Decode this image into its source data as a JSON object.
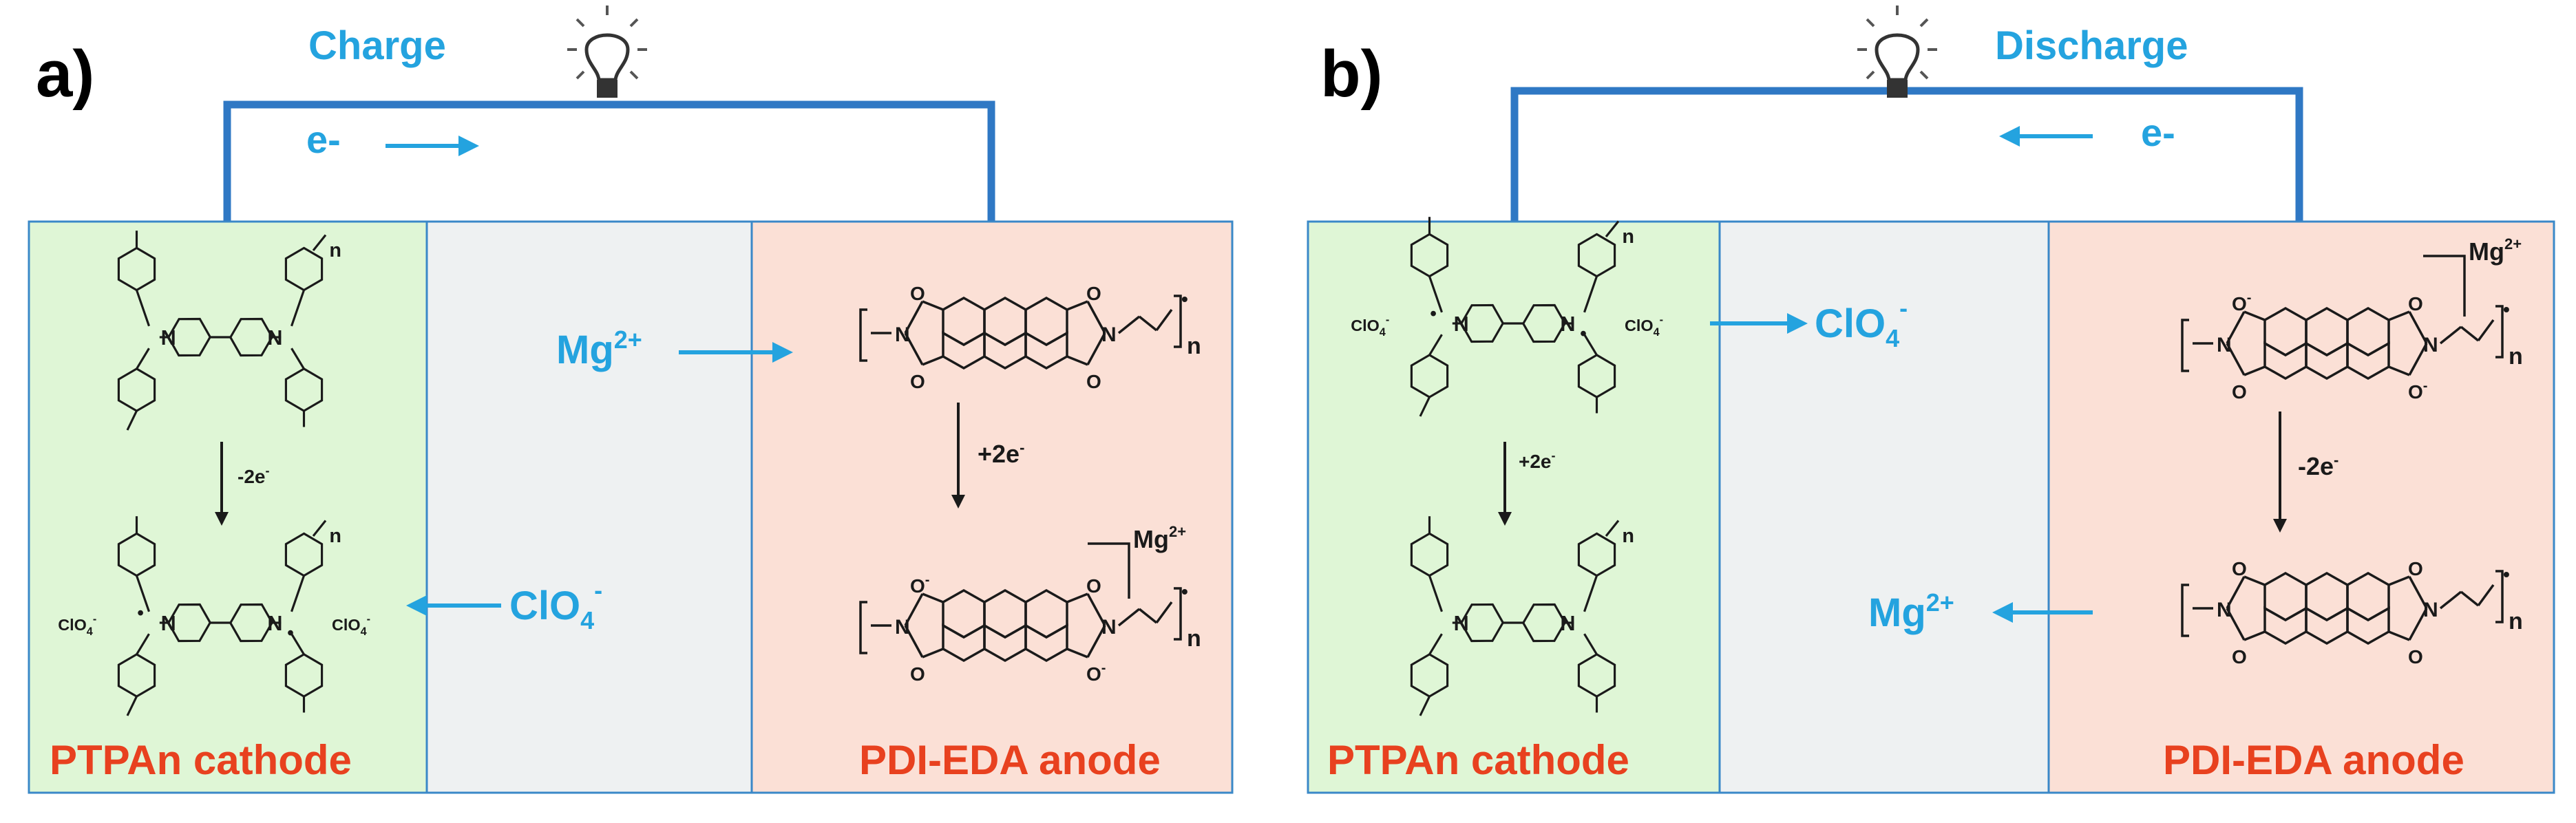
{
  "colors": {
    "circuit": "#2f78c4",
    "arrow_blue": "#24a3df",
    "cathode_bg": "#dff6d6",
    "separator_bg": "#eef1f2",
    "anode_bg": "#fbe0d6",
    "label_red": "#e8411f",
    "frame": "#3a88c8"
  },
  "icons": [
    "light-bulb-icon",
    "electron-flow-arrow"
  ],
  "panel_a": {
    "letter": "a)",
    "title": "Charge",
    "electron": "e-",
    "ion_in_anode": "Mg",
    "ion_in_anode_sup": "2+",
    "ion_to_cathode": "ClO",
    "ion_to_cathode_sub": "4",
    "ion_to_cathode_sup": "-",
    "cathode_step": "-2e",
    "cathode_step_sup": "-",
    "anode_step": "+2e",
    "anode_step_sup": "-",
    "mg_complex": "Mg",
    "mg_complex_sup": "2+",
    "cathode_label": "PTPAn cathode",
    "anode_label": "PDI-EDA anode"
  },
  "panel_b": {
    "letter": "b)",
    "title": "Discharge",
    "electron": "e-",
    "ion_released": "ClO",
    "ion_released_sub": "4",
    "ion_released_sup": "-",
    "ion_to_separator": "Mg",
    "ion_to_separator_sup": "2+",
    "cathode_step": "+2e",
    "cathode_step_sup": "-",
    "anode_step": "-2e",
    "anode_step_sup": "-",
    "mg_complex": "Mg",
    "mg_complex_sup": "2+",
    "cathode_label": "PTPAn cathode",
    "anode_label": "PDI-EDA anode"
  },
  "chem_labels": {
    "n": "n",
    "N": "N",
    "O": "O",
    "Ominus": "O",
    "minus": "-",
    "dot": "•",
    "clo4": "ClO",
    "clo4_sub": "4",
    "clo4_sup": "-"
  }
}
